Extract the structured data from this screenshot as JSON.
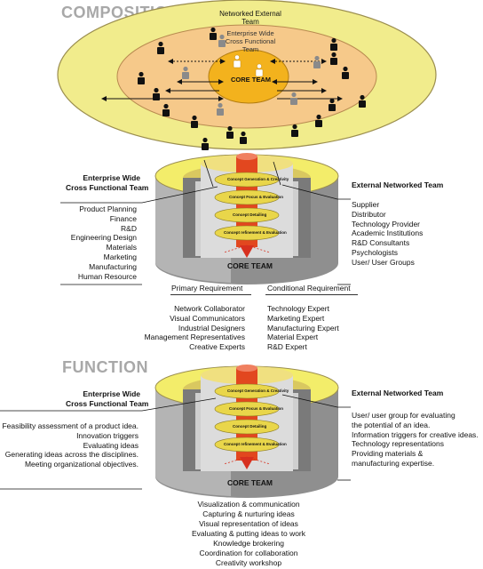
{
  "composition": {
    "heading": "COMPOSITION",
    "outer_label_line1": "Networked External",
    "outer_label_line2": "Team",
    "middle_label_line1": "Enterprise Wide",
    "middle_label_line2": "Cross Functional",
    "middle_label_line3": "Team",
    "core_label": "CORE TEAM",
    "left_title_line1": "Enterprise Wide",
    "left_title_line2": "Cross Functional Team",
    "left_items": [
      "Product Planning",
      "Finance",
      "R&D",
      "Engineering Design",
      "Materials",
      "Marketing",
      "Manufacturing",
      "Human Resource"
    ],
    "right_title": "External Networked Team",
    "right_items": [
      "Supplier",
      "Distributor",
      "Technology Provider",
      "Academic Institutions",
      "R&D Consultants",
      "Psychologists",
      "User/ User Groups"
    ],
    "cylinder_core_label": "CORE TEAM",
    "primary_title": "Primary Requirement",
    "primary_items": [
      "Network Collaborator",
      "Visual Communicators",
      "Industrial Designers",
      "Management Representatives",
      "Creative Experts"
    ],
    "conditional_title": "Conditional Requirement",
    "conditional_items": [
      "Technology Expert",
      "Marketing Expert",
      "Manufacturing Expert",
      "Material Expert",
      "R&D Expert"
    ]
  },
  "function": {
    "heading": "FUNCTION",
    "left_title_line1": "Enterprise Wide",
    "left_title_line2": "Cross Functional Team",
    "left_items": [
      "Feasibility assessment of a product idea.",
      "Innovation triggers",
      "Evaluating ideas",
      "Generating ideas across the disciplines.",
      "Meeting organizational objectives."
    ],
    "right_title": "External Networked Team",
    "right_items": [
      "User/ user group for evaluating",
      "the potential of an idea.",
      "Information triggers for creative ideas.",
      "Technology representations",
      "Providing materials &",
      "manufacturing expertise."
    ],
    "core_label": "CORE TEAM",
    "core_items": [
      "Visualization & communication",
      "Capturing & nurturing ideas",
      "Visual representation of ideas",
      "Evaluating & putting ideas to work",
      "Knowledge brokering",
      "Coordination for collaboration",
      "Creativity workshop"
    ]
  },
  "spiral_labels": [
    "Concept Generation & Creativity",
    "Concept Focus & Evaluation",
    "Concept Detailing",
    "Concept refinement & Evaluation"
  ],
  "colors": {
    "outer_ring": "#f1ec8c",
    "middle_ring": "#f6c98a",
    "core": "#f3b21d",
    "cylinder_gray": "#a0a0a0",
    "cylinder_top": "#f3ed6a",
    "spiral": "#e9d64a",
    "spine": "#e2471f",
    "arrow_red": "#d7301f",
    "heading_gray": "#a8a8a8"
  }
}
